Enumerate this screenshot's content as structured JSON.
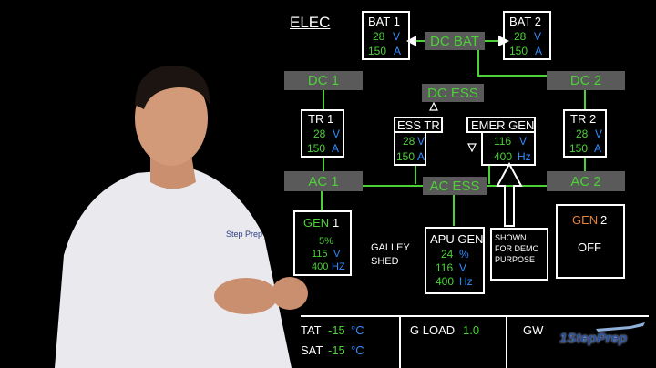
{
  "page": {
    "title": "ELEC"
  },
  "bat1": {
    "label": "BAT 1",
    "volt": "28",
    "volt_unit": "V",
    "amp": "150",
    "amp_unit": "A"
  },
  "bat2": {
    "label": "BAT 2",
    "volt": "28",
    "volt_unit": "V",
    "amp": "150",
    "amp_unit": "A"
  },
  "buses": {
    "dc_bat": "DC BAT",
    "dc1": "DC 1",
    "dc2": "DC 2",
    "dc_ess": "DC ESS",
    "ac1": "AC 1",
    "ac2": "AC 2",
    "ac_ess": "AC ESS"
  },
  "tr1": {
    "label": "TR 1",
    "volt": "28",
    "volt_unit": "V",
    "amp": "150",
    "amp_unit": "A"
  },
  "tr2": {
    "label": "TR 2",
    "volt": "28",
    "volt_unit": "V",
    "amp": "150",
    "amp_unit": "A"
  },
  "ess_tr": {
    "label": "ESS TR",
    "volt": "28",
    "volt_unit": "V",
    "amp": "150",
    "amp_unit": "A"
  },
  "emer_gen": {
    "label": "EMER GEN",
    "volt": "116",
    "volt_unit": "V",
    "freq": "400",
    "freq_unit": "Hz"
  },
  "gen1": {
    "label_prefix": "GEN",
    "label_num": "1",
    "load": "5%",
    "volt": "115",
    "volt_unit": "V",
    "freq": "400",
    "freq_unit": "HZ"
  },
  "gen2": {
    "label_prefix": "GEN",
    "label_num": "2",
    "status": "OFF"
  },
  "apu_gen": {
    "label": "APU GEN",
    "load": "24",
    "load_unit": "%",
    "volt": "116",
    "volt_unit": "V",
    "freq": "400",
    "freq_unit": "Hz"
  },
  "galley": {
    "line1": "GALLEY",
    "line2": "SHED"
  },
  "demo_note": {
    "line1": "SHOWN",
    "line2": "FOR DEMO",
    "line3": "PURPOSE"
  },
  "footer": {
    "tat_label": "TAT",
    "tat_value": "-15",
    "tat_unit": "°C",
    "sat_label": "SAT",
    "sat_value": "-15",
    "sat_unit": "°C",
    "gload_label": "G LOAD",
    "gload_value": "1.0",
    "gw_label": "GW"
  },
  "logo": {
    "text": "1StepPrep"
  },
  "colors": {
    "green": "#4cd137",
    "blue": "#2f8cff",
    "amber": "#e8833a",
    "bus_gray": "#5a5a5a"
  }
}
